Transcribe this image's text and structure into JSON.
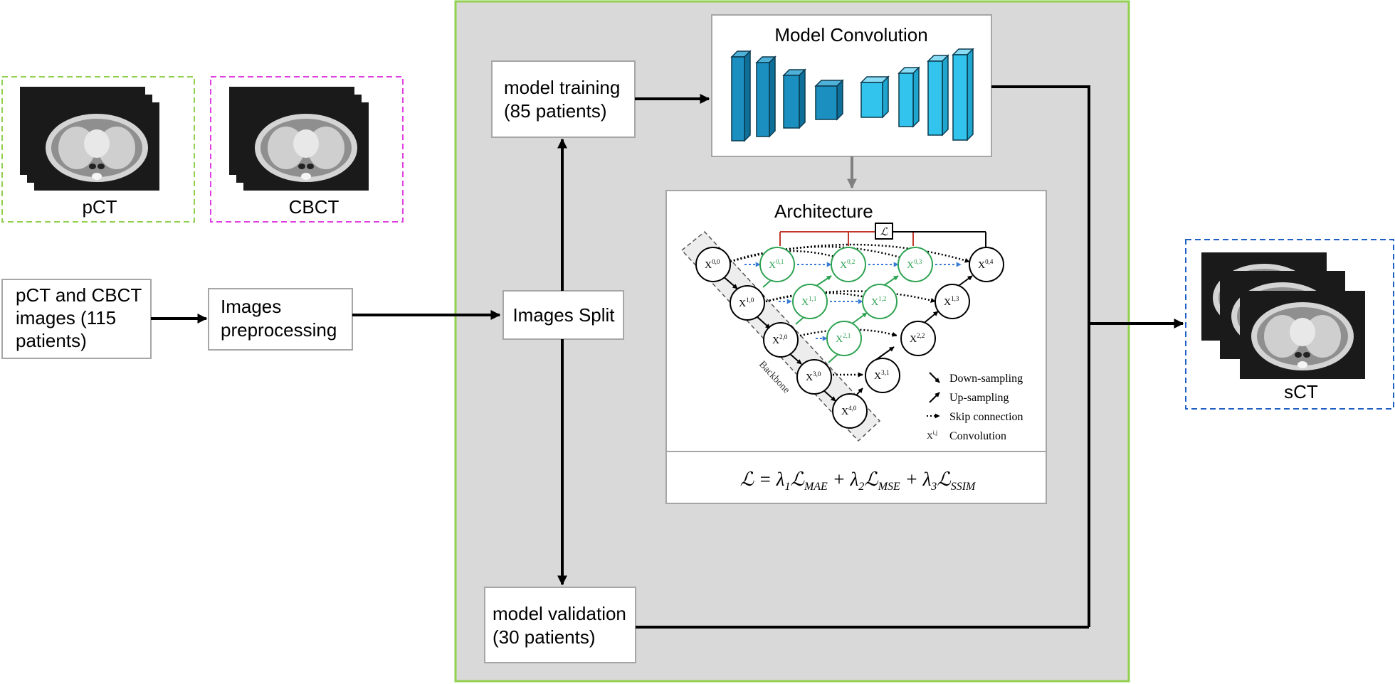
{
  "inputs": {
    "pct_label": "pCT",
    "cbct_label": "CBCT",
    "source_box": [
      "pCT and CBCT",
      "images (115",
      "patients)"
    ],
    "preprocessing_box": [
      "Images",
      "preprocessing"
    ]
  },
  "pipeline": {
    "split_label": "Images Split",
    "training_box": [
      "model training",
      "(85 patients)"
    ],
    "validation_box": [
      "model validation",
      "(30 patients)"
    ]
  },
  "model": {
    "title": "Model Convolution",
    "architecture_title": "Architecture",
    "loss_symbol": "ℒ",
    "loss_formula": {
      "lhs": "ℒ = ",
      "l1": "λ",
      "s1": "1",
      "L1": "ℒ",
      "sub1": "MAE",
      "plus1": " + ",
      "l2": "λ",
      "s2": "2",
      "L2": "ℒ",
      "sub2": "MSE",
      "plus2": " + ",
      "l3": "λ",
      "s3": "3",
      "L3": "ℒ",
      "sub3": "SSIM"
    },
    "backbone_label": "Backbone",
    "nodes": [
      {
        "id": "X",
        "sup": "0,0"
      },
      {
        "id": "X",
        "sup": "1,0"
      },
      {
        "id": "X",
        "sup": "2,0"
      },
      {
        "id": "X",
        "sup": "3,0"
      },
      {
        "id": "X",
        "sup": "4,0"
      },
      {
        "id": "X",
        "sup": "0,1"
      },
      {
        "id": "X",
        "sup": "0,2"
      },
      {
        "id": "X",
        "sup": "0,3"
      },
      {
        "id": "X",
        "sup": "1,1"
      },
      {
        "id": "X",
        "sup": "1,2"
      },
      {
        "id": "X",
        "sup": "2,1"
      },
      {
        "id": "X",
        "sup": "0,4"
      },
      {
        "id": "X",
        "sup": "1,3"
      },
      {
        "id": "X",
        "sup": "2,2"
      },
      {
        "id": "X",
        "sup": "3,1"
      }
    ],
    "legend": {
      "down": "Down-sampling",
      "up": "Up-sampling",
      "skip": "Skip connection",
      "conv_sym": "X",
      "conv_sup": "i,j",
      "conv": "Convolution"
    }
  },
  "output": {
    "sct_label": "sCT"
  },
  "colors": {
    "main_border": "#92d050",
    "main_fill": "#d9d9d9",
    "pct_border": "#92d050",
    "cbct_border": "#e040e0",
    "sct_border": "#1f5fc4",
    "encoder_block": "#1a8fc0",
    "decoder_block": "#33c4ee",
    "green_node": "#2ea352",
    "blue_skip": "#3a7bd5",
    "loss_line": "#c0392b"
  }
}
